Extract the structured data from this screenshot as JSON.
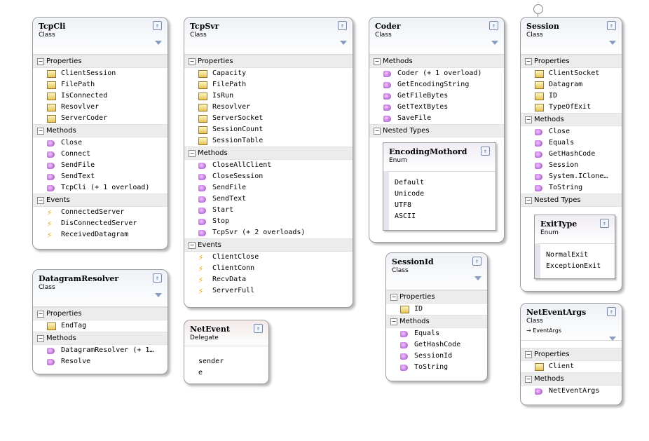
{
  "classes": {
    "tcpcli": {
      "title": "TcpCli",
      "kind": "Class",
      "properties_label": "Properties",
      "properties": [
        "ClientSession",
        "FilePath",
        "IsConnected",
        "Resovlver",
        "ServerCoder"
      ],
      "methods_label": "Methods",
      "methods": [
        "Close",
        "Connect",
        "SendFile",
        "SendText",
        "TcpCli (+ 1 overload)"
      ],
      "events_label": "Events",
      "events": [
        "ConnectedServer",
        "DisConnectedServer",
        "ReceivedDatagram"
      ]
    },
    "tcpsvr": {
      "title": "TcpSvr",
      "kind": "Class",
      "properties_label": "Properties",
      "properties": [
        "Capacity",
        "FilePath",
        "IsRun",
        "Resovlver",
        "ServerSocket",
        "SessionCount",
        "SessionTable"
      ],
      "methods_label": "Methods",
      "methods": [
        "CloseAllClient",
        "CloseSession",
        "SendFile",
        "SendText",
        "Start",
        "Stop",
        "TcpSvr (+ 2 overloads)"
      ],
      "events_label": "Events",
      "events": [
        "ClientClose",
        "ClientConn",
        "RecvData",
        "ServerFull"
      ]
    },
    "coder": {
      "title": "Coder",
      "kind": "Class",
      "methods_label": "Methods",
      "methods": [
        "Coder (+ 1 overload)",
        "GetEncodingString",
        "GetFileBytes",
        "GetTextBytes",
        "SaveFile"
      ],
      "nested_label": "Nested Types",
      "nested": {
        "title": "EncodingMothord",
        "kind": "Enum",
        "values": [
          "Default",
          "Unicode",
          "UTF8",
          "ASCII"
        ]
      }
    },
    "session": {
      "title": "Session",
      "kind": "Class",
      "properties_label": "Properties",
      "properties": [
        "ClientSocket",
        "Datagram",
        "ID",
        "TypeOfExit"
      ],
      "methods_label": "Methods",
      "methods": [
        "Close",
        "Equals",
        "GetHashCode",
        "Session",
        "System.IClone…",
        "ToString"
      ],
      "nested_label": "Nested Types",
      "nested": {
        "title": "ExitType",
        "kind": "Enum",
        "values": [
          "NormalExit",
          "ExceptionExit"
        ]
      }
    },
    "datagramresolver": {
      "title": "DatagramResolver",
      "kind": "Class",
      "properties_label": "Properties",
      "properties": [
        "EndTag"
      ],
      "methods_label": "Methods",
      "methods": [
        "DatagramResolver (+ 1…",
        "Resolve"
      ]
    },
    "netevent": {
      "title": "NetEvent",
      "kind": "Delegate",
      "params": [
        "sender",
        "e"
      ]
    },
    "sessionid": {
      "title": "SessionId",
      "kind": "Class",
      "properties_label": "Properties",
      "properties": [
        "ID"
      ],
      "methods_label": "Methods",
      "methods": [
        "Equals",
        "GetHashCode",
        "SessionId",
        "ToString"
      ]
    },
    "neteventargs": {
      "title": "NetEventArgs",
      "kind": "Class",
      "base": "→ EventArgs",
      "properties_label": "Properties",
      "properties": [
        "Client"
      ],
      "methods_label": "Methods",
      "methods": [
        "NetEventArgs"
      ]
    }
  },
  "icons": {
    "collapse": "⇑",
    "section_toggle": "−",
    "event": "⚡"
  },
  "colors": {
    "property_icon": "#e6c659",
    "method_icon": "#9b3fc4",
    "event_icon": "#f0a800",
    "section_bg": "#ececec"
  }
}
